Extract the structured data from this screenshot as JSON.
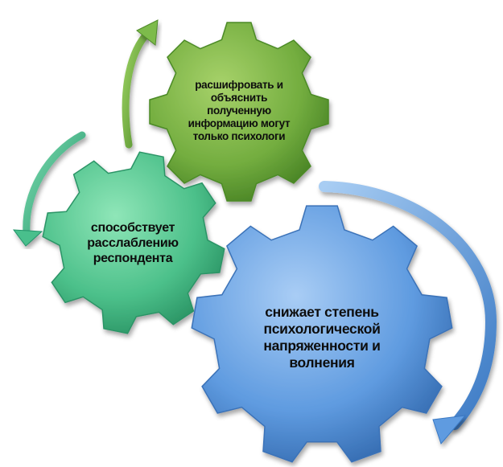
{
  "gears": {
    "green": {
      "lines": [
        "расшифровать и",
        "объяснить",
        "полученную",
        "информацию могут",
        "только психологи"
      ],
      "color": "#6ea840"
    },
    "teal": {
      "lines": [
        "способствует",
        "расслаблению",
        "респондента"
      ],
      "color": "#4fc28a"
    },
    "blue": {
      "lines": [
        "снижает степень",
        "психологической",
        "напряженности и",
        "волнения"
      ],
      "color": "#5d9be0"
    }
  },
  "arrows": {
    "green_color": "#6bb046",
    "teal_color": "#3fb88a",
    "blue_color": "#4f8fd8"
  }
}
